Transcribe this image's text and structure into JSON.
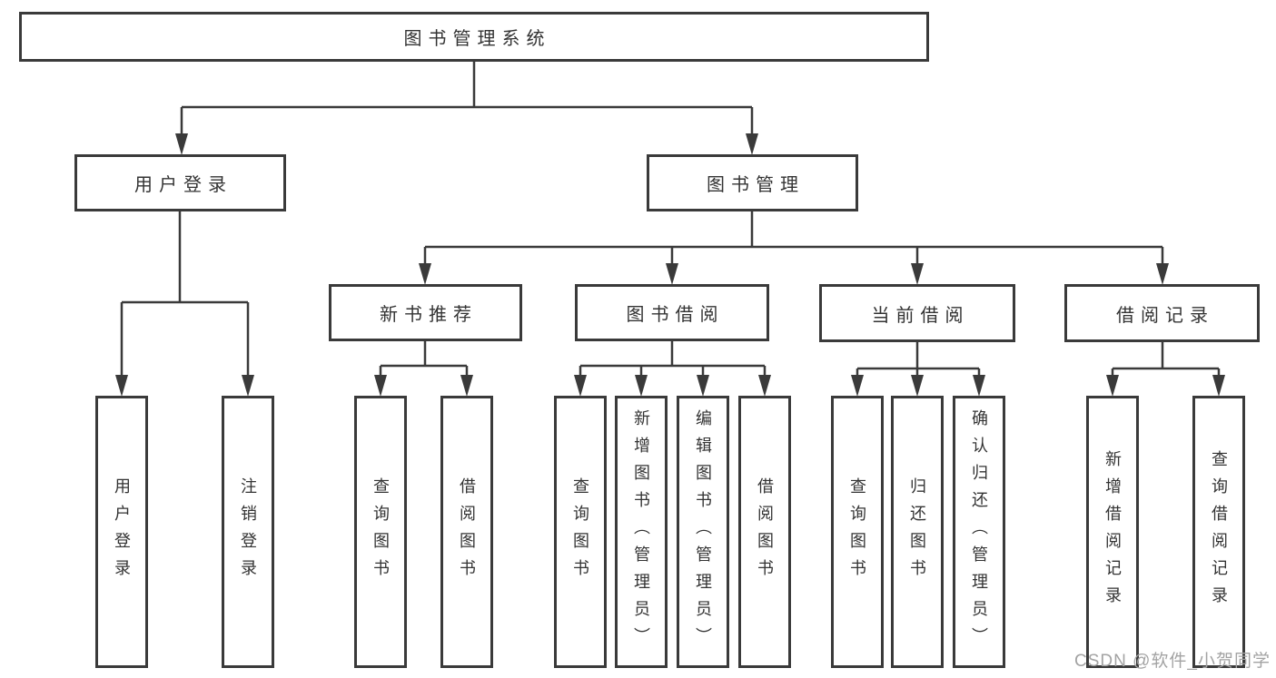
{
  "tree": {
    "root": {
      "label": "图书管理系统"
    },
    "children": [
      {
        "label": "用户登录",
        "children": [
          {
            "label": "用户登录"
          },
          {
            "label": "注销登录"
          }
        ]
      },
      {
        "label": "图书管理",
        "children": [
          {
            "label": "新书推荐",
            "children": [
              {
                "label": "查询图书"
              },
              {
                "label": "借阅图书"
              }
            ]
          },
          {
            "label": "图书借阅",
            "children": [
              {
                "label": "查询图书"
              },
              {
                "label": "新增图书（管理员）"
              },
              {
                "label": "编辑图书（管理员）"
              },
              {
                "label": "借阅图书"
              }
            ]
          },
          {
            "label": "当前借阅",
            "children": [
              {
                "label": "查询图书"
              },
              {
                "label": "归还图书"
              },
              {
                "label": "确认归还（管理员）"
              }
            ]
          },
          {
            "label": "借阅记录",
            "children": [
              {
                "label": "新增借阅记录"
              },
              {
                "label": "查询借阅记录"
              }
            ]
          }
        ]
      }
    ]
  },
  "watermark": "CSDN @软件_小贺同学",
  "colors": {
    "line": "#3a3a3a",
    "box_border": "#3a3a3a",
    "text": "#333333",
    "watermark": "#a3a3a3",
    "background": "#ffffff"
  }
}
